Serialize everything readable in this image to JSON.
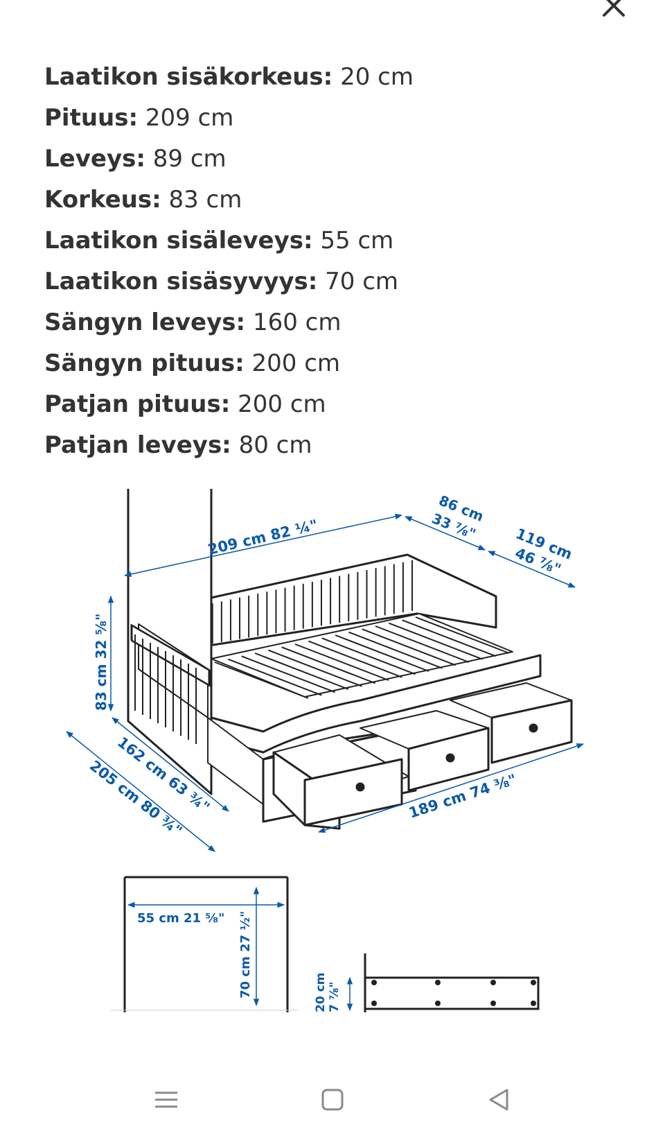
{
  "specs": [
    {
      "label": "Laatikon sisäkorkeus:",
      "value": "20 cm"
    },
    {
      "label": "Pituus:",
      "value": "209 cm"
    },
    {
      "label": "Leveys:",
      "value": "89 cm"
    },
    {
      "label": "Korkeus:",
      "value": "83 cm"
    },
    {
      "label": "Laatikon sisäleveys:",
      "value": "55 cm"
    },
    {
      "label": "Laatikon sisäsyvyys:",
      "value": "70 cm"
    },
    {
      "label": "Sängyn leveys:",
      "value": "160 cm"
    },
    {
      "label": "Sängyn pituus:",
      "value": "200 cm"
    },
    {
      "label": "Patjan pituus:",
      "value": "200 cm"
    },
    {
      "label": "Patjan leveys:",
      "value": "80 cm"
    }
  ],
  "dimensions": {
    "length": "209 cm 82 ¼\"",
    "depth_cm": "86 cm",
    "depth_in": "33 ⅞\"",
    "extended_cm": "119 cm",
    "extended_in": "46 ⅞\"",
    "height": "83 cm 32 ⅝\"",
    "width_162": "162 cm 63 ¾\"",
    "width_205": "205 cm 80 ¾\"",
    "drawer_span": "189 cm 74 ⅜\"",
    "drawer_inner_width": "55 cm 21 ⅝\"",
    "drawer_inner_depth": "70 cm 27 ½\"",
    "drawer_inner_height_cm": "20 cm",
    "drawer_inner_height_in": "7 ⅞\""
  },
  "icons": {
    "close": "close-icon",
    "menu": "menu-icon",
    "home": "home-icon",
    "back": "back-icon"
  },
  "colors": {
    "text": "#333333",
    "dimension": "#0a5aa8",
    "drawing": "#222222",
    "nav": "#8a8a8a"
  }
}
